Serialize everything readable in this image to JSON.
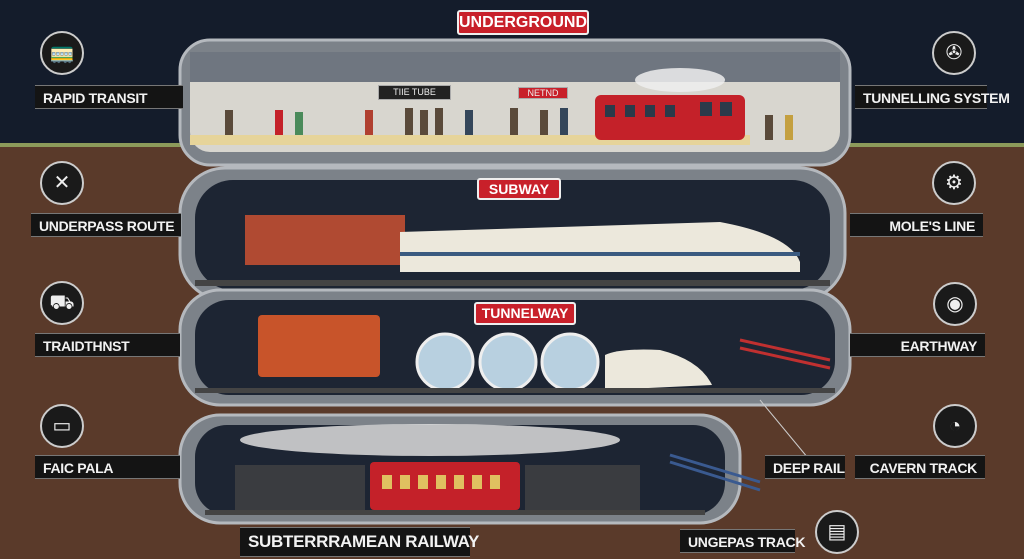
{
  "signs": {
    "underground": "UNDERGROUND",
    "subway": "SUBWAY",
    "tunnelway": "TUNNELWAY",
    "station_main": "TIIE TUBE",
    "station_side": "NETND"
  },
  "labels_left": [
    "RAPID TRANSIT",
    "UNDERPASS ROUTE",
    "TRAIDTHNST",
    "FAIC PALA"
  ],
  "labels_right": [
    "TUNNELLING SYSTEM",
    "MOLE'S LINE",
    "EARTHWAY",
    "CAVERN TRACK"
  ],
  "labels_bottom": {
    "railway": "SUBTERRRAMEAN RAILWAY",
    "deep_rail": "DEEP RAIL",
    "track": "UNGEPAS TRACK"
  },
  "icons_left": [
    "tram-icon",
    "crossed-tools-icon",
    "rail-cart-icon",
    "railcar-icon"
  ],
  "icons_right": [
    "drill-fan-icon",
    "tunnel-machine-icon",
    "locomotive-front-icon",
    "tunnel-boring-icon",
    "printer-machine-icon"
  ],
  "colors": {
    "sky": "#141c2b",
    "earth": "#5a3a2a",
    "sign_red": "#c8202a",
    "tunnel_gray": "#8a8f96"
  }
}
